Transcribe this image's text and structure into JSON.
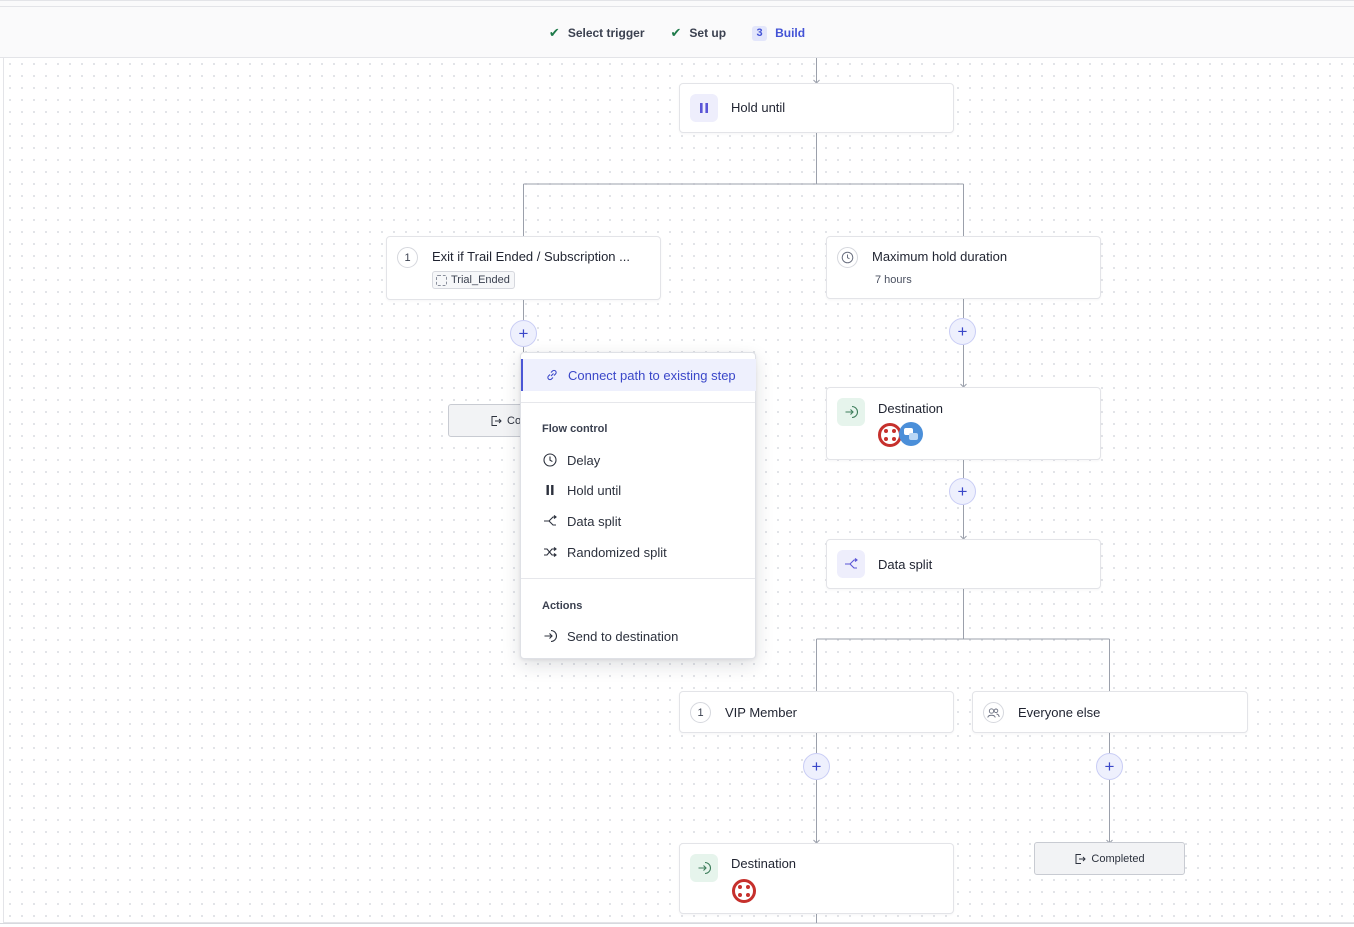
{
  "steps": [
    {
      "label": "Select trigger",
      "state": "done"
    },
    {
      "label": "Set up",
      "state": "done"
    },
    {
      "label": "Build",
      "state": "active",
      "number": "3"
    }
  ],
  "nodes": {
    "hold_until": {
      "title": "Hold until",
      "icon": "pause-icon"
    },
    "exit_branch": {
      "badge": "1",
      "title": "Exit if Trail Ended / Subscription ...",
      "tag": "Trial_Ended"
    },
    "max_hold": {
      "title": "Maximum hold duration",
      "subtitle": "7 hours",
      "icon": "clock-icon"
    },
    "destination_1": {
      "title": "Destination",
      "logos": [
        "twilio-logo",
        "chat-app-logo"
      ]
    },
    "data_split": {
      "title": "Data split",
      "icon": "split-icon"
    },
    "vip_member": {
      "badge": "1",
      "title": "VIP Member"
    },
    "everyone_else": {
      "title": "Everyone else",
      "icon": "users-icon"
    },
    "destination_2": {
      "title": "Destination",
      "logos": [
        "twilio-logo"
      ]
    },
    "completed_left": {
      "label": "Co"
    },
    "completed_right": {
      "label": "Completed"
    }
  },
  "menu": {
    "connect": "Connect path to existing step",
    "flow_control": {
      "heading": "Flow control",
      "items": [
        "Delay",
        "Hold until",
        "Data split",
        "Randomized split"
      ]
    },
    "actions": {
      "heading": "Actions",
      "items": [
        "Send to destination"
      ]
    }
  },
  "colors": {
    "accent": "#4353d6",
    "check": "#1e7a4a",
    "twilio": "#c6302c",
    "chat_logo": "#4b8fd9"
  }
}
